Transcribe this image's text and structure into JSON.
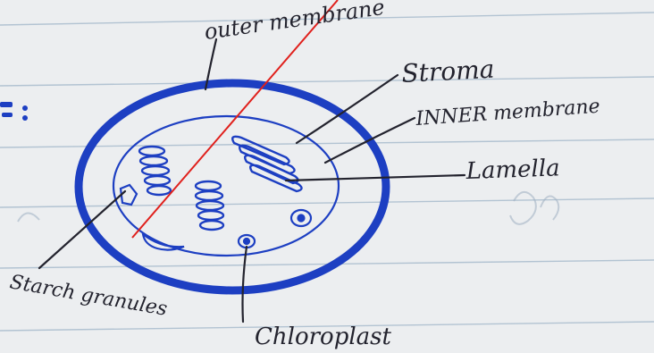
{
  "labels": {
    "outer_membrane": "outer membrane",
    "stroma": "Stroma",
    "inner_membrane": "INNER membrane",
    "lamella": "Lamella",
    "starch_granules": "Starch granules",
    "chloroplast": "Chloroplast"
  },
  "colors": {
    "paper": "#eceef0",
    "rule_line": "#a9bccd",
    "ink_blue": "#1d3fc2",
    "pencil_black": "#23232e",
    "margin_red": "#e0201c"
  }
}
